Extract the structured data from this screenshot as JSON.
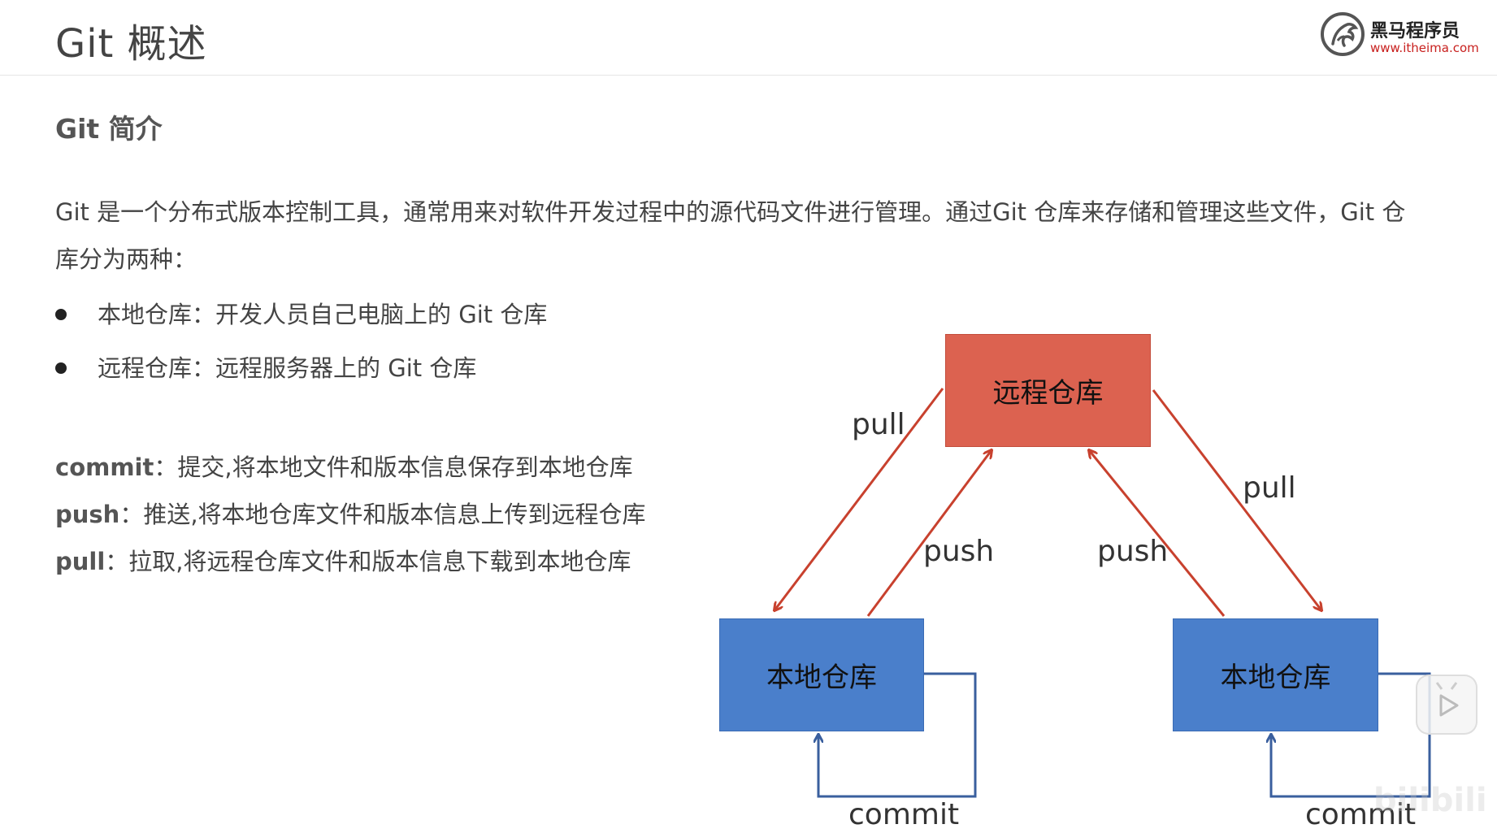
{
  "header": {
    "title": "Git 概述",
    "logo_name": "黑马程序员",
    "logo_url": "www.itheima.com"
  },
  "section": {
    "title": "Git 简介",
    "intro": "Git 是一个分布式版本控制工具，通常用来对软件开发过程中的源代码文件进行管理。通过Git 仓库来存储和管理这些文件，Git 仓库分为两种：",
    "bullets": [
      "本地仓库：开发人员自己电脑上的 Git 仓库",
      "远程仓库：远程服务器上的 Git 仓库"
    ],
    "definitions": [
      {
        "term": "commit",
        "text": "：提交,将本地文件和版本信息保存到本地仓库"
      },
      {
        "term": "push",
        "text": "：推送,将本地仓库文件和版本信息上传到远程仓库"
      },
      {
        "term": "pull",
        "text": "：拉取,将远程仓库文件和版本信息下载到本地仓库"
      }
    ]
  },
  "diagram": {
    "remote_label": "远程仓库",
    "local_left_label": "本地仓库",
    "local_right_label": "本地仓库",
    "pull_left": "pull",
    "pull_right": "pull",
    "push_left": "push",
    "push_right": "push",
    "commit_left": "commit",
    "commit_right": "commit",
    "colors": {
      "remote": "#dc6250",
      "local": "#4a7fcb",
      "red_arrow": "#c8412e",
      "blue_arrow": "#3a5f9e"
    }
  },
  "overlay": {
    "watermark": "bilibili",
    "play_icon": "play-icon"
  }
}
